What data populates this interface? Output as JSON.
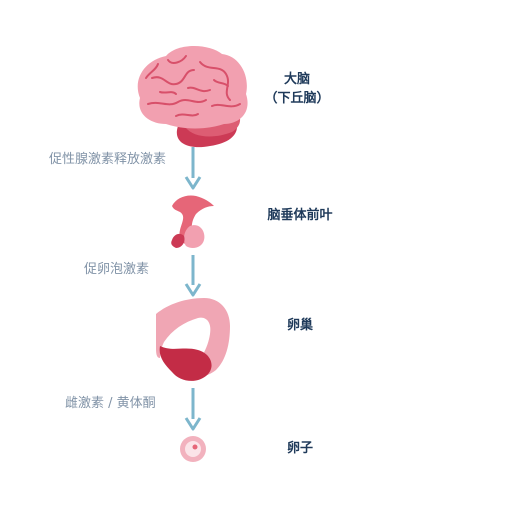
{
  "organs": {
    "brain": {
      "name": "大脑",
      "sub": "（下丘脑）"
    },
    "pituitary": {
      "name": "脑垂体前叶"
    },
    "ovary": {
      "name": "卵巢"
    },
    "egg": {
      "name": "卵子"
    }
  },
  "hormones": {
    "gnrh": "促性腺激素释放激素",
    "fsh": "促卵泡激素",
    "estrogen": "雌激素 / 黄体酮"
  },
  "colors": {
    "brain": "#f2a0b0",
    "brain_dark": "#d8506a",
    "brain_stem": "#cc3a55",
    "pituitary": "#e66678",
    "ovary_tube": "#f0a6b4",
    "ovary_body": "#c32c46",
    "egg": "#f2b2be",
    "arrow": "#7db6cc",
    "organ_label": "#1f3a5a",
    "hormone_label": "#8193a7"
  }
}
